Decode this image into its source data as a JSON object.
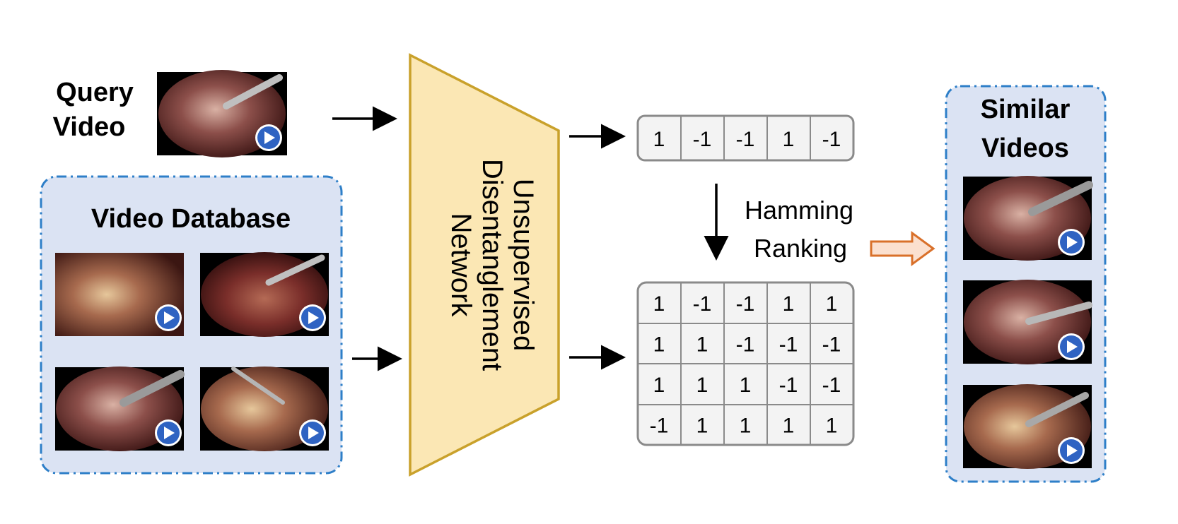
{
  "query": {
    "label_line1": "Query",
    "label_line2": "Video"
  },
  "database": {
    "title": "Video Database"
  },
  "network": {
    "line1": "Unsupervised",
    "line2": "Disentanglement",
    "line3": "Network"
  },
  "query_code": [
    "1",
    "-1",
    "-1",
    "1",
    "-1"
  ],
  "database_codes": [
    [
      "1",
      "-1",
      "-1",
      "1",
      "1"
    ],
    [
      "1",
      "1",
      "-1",
      "-1",
      "-1"
    ],
    [
      "1",
      "1",
      "1",
      "-1",
      "-1"
    ],
    [
      "-1",
      "1",
      "1",
      "1",
      "1"
    ]
  ],
  "ranking": {
    "line1": "Hamming",
    "line2": "Ranking"
  },
  "similar": {
    "title_line1": "Similar",
    "title_line2": "Videos"
  },
  "colors": {
    "panel_fill": "#dbe3f3",
    "panel_border": "#2e7fc8",
    "network_fill": "#fbe7b4",
    "network_border": "#c9a12b",
    "code_fill": "#f3f3f3",
    "code_border": "#8a8a8a",
    "orange_arrow": "#d9702a",
    "play_icon": "#2f63c2"
  }
}
